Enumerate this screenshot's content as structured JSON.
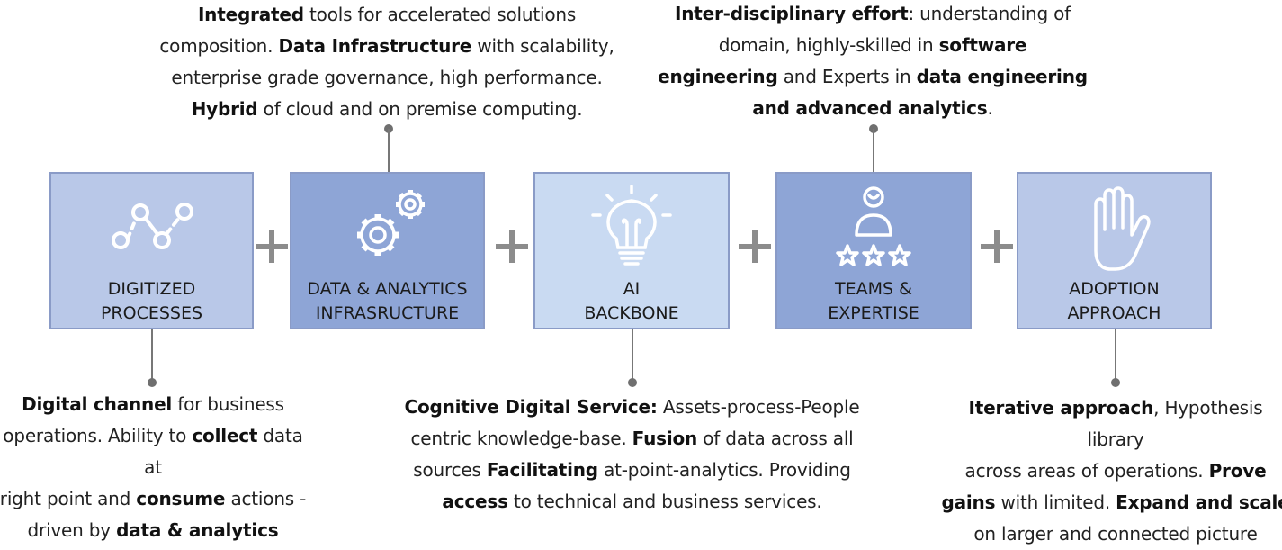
{
  "boxes": [
    {
      "label1": "DIGITIZED",
      "label2": "PROCESSES",
      "icon": "connected-nodes-icon",
      "color": "#b9c8e8"
    },
    {
      "label1": "DATA & ANALYTICS",
      "label2": "INFRASRUCTURE",
      "icon": "gears-icon",
      "color": "#8ea5d6"
    },
    {
      "label1": "AI",
      "label2": "BACKBONE",
      "icon": "lightbulb-icon",
      "color": "#c9daf2"
    },
    {
      "label1": "TEAMS  &",
      "label2": "EXPERTISE",
      "icon": "person-stars-icon",
      "color": "#8ea5d6"
    },
    {
      "label1": "ADOPTION",
      "label2": "APPROACH",
      "icon": "raised-hand-icon",
      "color": "#b9c8e8"
    }
  ],
  "notes": {
    "infra": {
      "l1a": "Integrated",
      "l1b": " tools for accelerated solutions",
      "l2a": "composition. ",
      "l2b": "Data Infrastructure",
      "l2c": " with scalability,",
      "l3": "enterprise grade governance, high performance.",
      "l4a": "Hybrid",
      "l4b": " of cloud and on premise computing."
    },
    "teams": {
      "l1a": "Inter-disciplinary effort",
      "l1b": ": understanding of",
      "l2a": "domain, highly-skilled in ",
      "l2b": "software",
      "l3a": "engineering",
      "l3b": " and Experts in ",
      "l3c": "data engineering",
      "l4a": "and advanced analytics",
      "l4b": "."
    },
    "digitized": {
      "l1a": "Digital channel",
      "l1b": " for business",
      "l2a": "operations. Ability to ",
      "l2b": "collect",
      "l2c": " data at",
      "l3a": "right point and ",
      "l3b": "consume",
      "l3c": " actions -",
      "l4a": "driven by ",
      "l4b": "data & analytics"
    },
    "ai": {
      "l1a": "Cognitive Digital Service:",
      "l1b": " Assets-process-People",
      "l2a": "centric knowledge-base. ",
      "l2b": "Fusion",
      "l2c": " of data across all",
      "l3a": "sources ",
      "l3b": "Facilitating",
      "l3c": " at-point-analytics. Providing",
      "l4a": "access",
      "l4b": " to technical and business services."
    },
    "adoption": {
      "l1a": "Iterative approach",
      "l1b": ", Hypothesis library",
      "l2a": "across areas of operations. ",
      "l2b": "Prove",
      "l3a": "gains",
      "l3b": " with limited. ",
      "l3c": "Expand and scale",
      "l4": "on larger and connected picture"
    }
  }
}
